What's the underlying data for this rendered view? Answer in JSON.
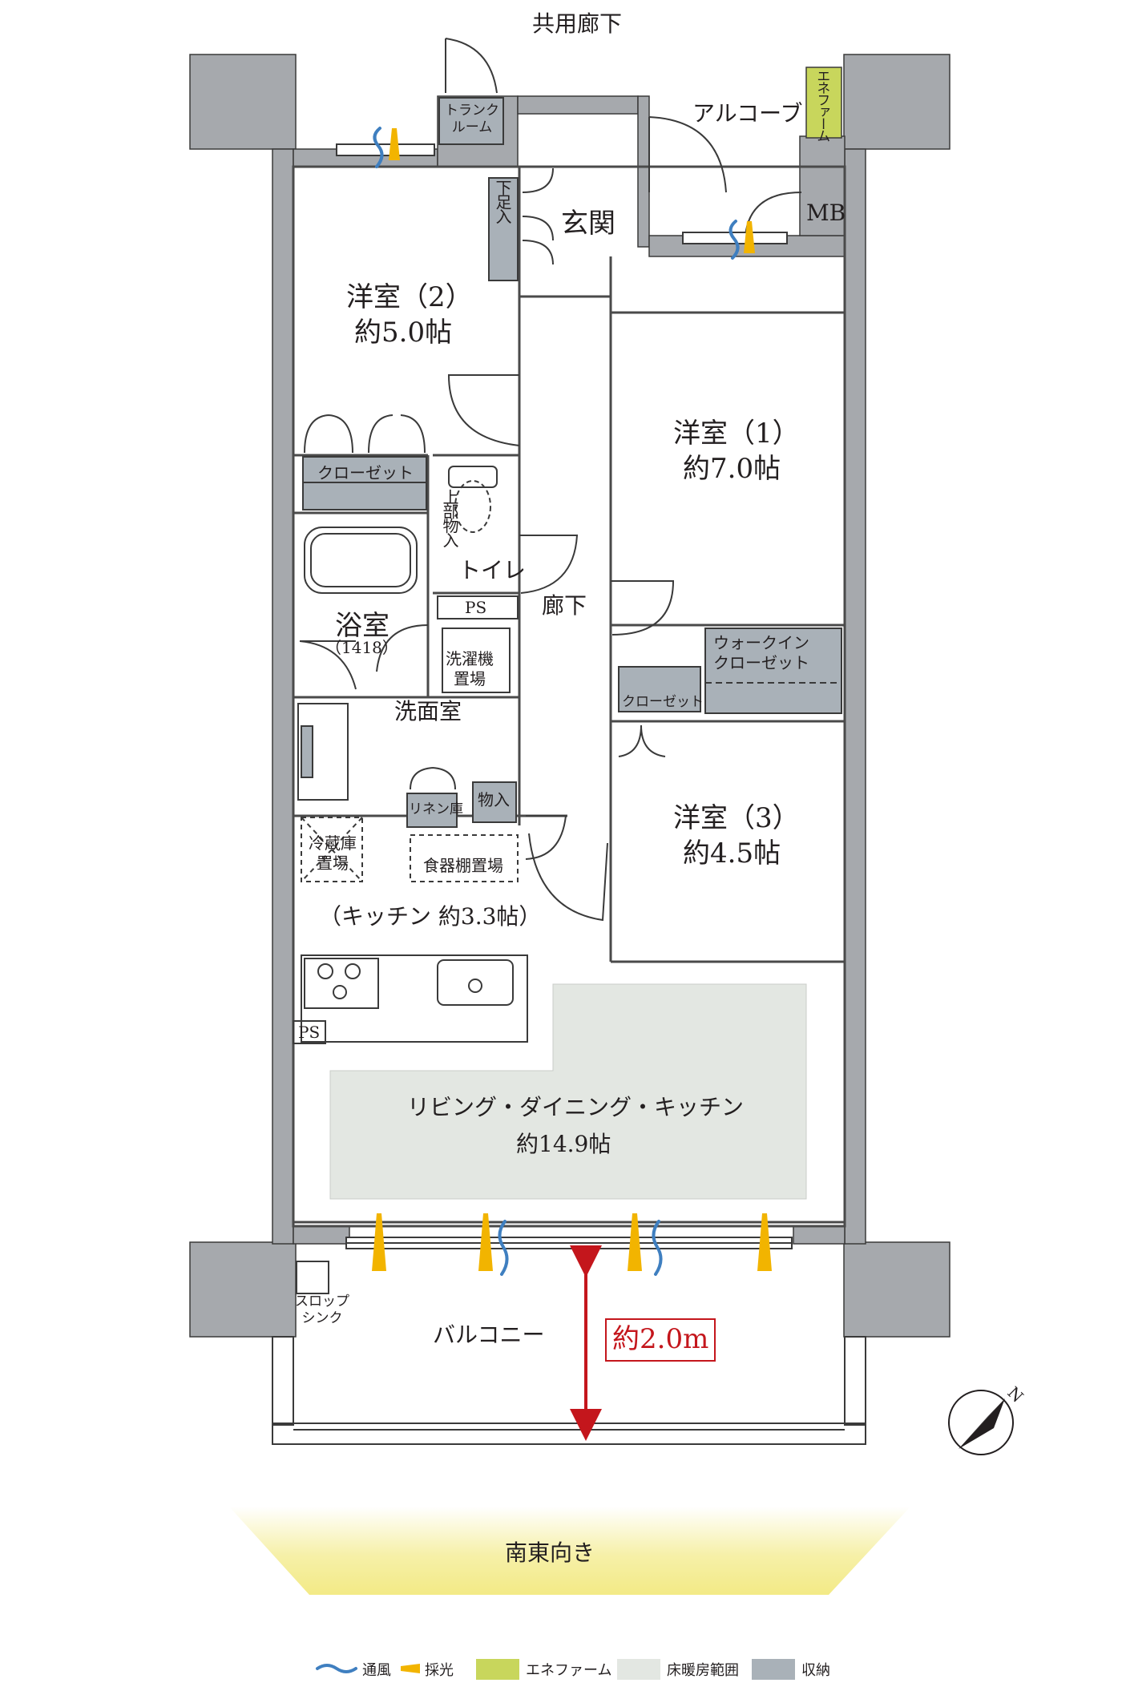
{
  "labels": {
    "corridor_common": "共用廊下",
    "alcove": "アルコーブ",
    "enefarm_vertical": "エネファーム",
    "mb": "MB",
    "trunk_room": "トランク\nルーム",
    "shoe_box": "下足入",
    "entrance": "玄関",
    "room2_name": "洋室（2）",
    "room2_size": "約5.0帖",
    "room1_name": "洋室（1）",
    "room1_size": "約7.0帖",
    "closet_a": "クローゼット",
    "upper_storage": "上部物入",
    "toilet": "トイレ",
    "ps_1": "PS",
    "hallway": "廊下",
    "bathroom": "浴室",
    "bath_size": "（1418）",
    "washer_space": "洗濯機\n置場",
    "walk_in_closet": "ウォークイン\nクローゼット",
    "closet_b": "クローゼット",
    "washroom": "洗面室",
    "linen": "リネン庫",
    "storage": "物入",
    "room3_name": "洋室（3）",
    "room3_size": "約4.5帖",
    "fridge_space": "冷蔵庫\n置場",
    "cupboard_space": "食器棚置場",
    "kitchen": "（キッチン 約3.3帖）",
    "ps_2": "PS",
    "ldk_name": "リビング・ダイニング・キッチン",
    "ldk_size": "約14.9帖",
    "slop_sink": "スロップ\nシンク",
    "balcony": "バルコニー",
    "balcony_depth": "約2.0m",
    "compass_n": "N",
    "orientation": "南東向き"
  },
  "legend": [
    {
      "label": "通風",
      "color": "#3f7fc0",
      "icon": "ventilation-icon"
    },
    {
      "label": "採光",
      "color": "#f2b400",
      "icon": "daylight-icon"
    },
    {
      "label": "エネファーム",
      "color": "#c8d65c",
      "icon": "enefarm-swatch"
    },
    {
      "label": "床暖房範囲",
      "color": "#e3e7e2",
      "icon": "floor-heating-swatch"
    },
    {
      "label": "収納",
      "color": "#a9b1b8",
      "icon": "storage-swatch"
    }
  ],
  "colors": {
    "wall": "#a6a9ad",
    "storage": "#a9b1b8",
    "floor_heating": "#e3e7e2",
    "enefarm": "#c8d65c",
    "daylight": "#f2b400",
    "ventilation": "#3f7fc0",
    "dimension": "#c4161c",
    "orientation_glow": "#f5ee9a"
  }
}
